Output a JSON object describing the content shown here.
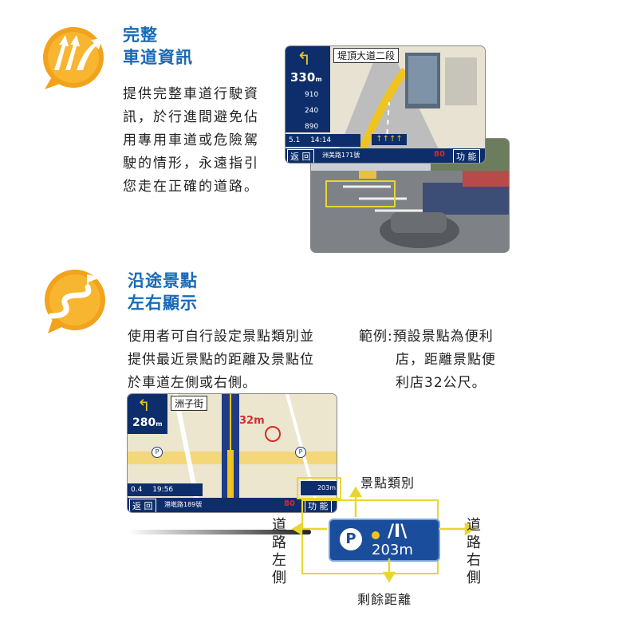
{
  "section1": {
    "title_line1": "完整",
    "title_line2": "車道資訊",
    "body": [
      "提供完整車道行駛資",
      "訊，於行進間避免佔",
      "用專用車道或危險駕",
      "駛的情形，永遠指引",
      "您走在正確的道路。"
    ],
    "nav": {
      "street": "堤頂大道二段",
      "distance_main": "330",
      "distance_unit": "m",
      "step2": "910",
      "step3": "240",
      "step4": "890",
      "trip_dist": "5.1",
      "time": "14:14",
      "back_label": "返 回",
      "func_label": "功 能",
      "road": "洲美路171號",
      "speed": "80"
    }
  },
  "section2": {
    "title_line1": "沿途景點",
    "title_line2": "左右顯示",
    "body": [
      "使用者可自行設定景點類別並",
      "提供最近景點的距離及景點位",
      "於車道左側或右側。"
    ],
    "example": [
      "範例:預設景點為便利",
      "店，距離景點便",
      "利店32公尺。"
    ],
    "nav": {
      "street": "洲子街",
      "distance_main": "280",
      "distance_unit": "m",
      "poi_dist": "32m",
      "trip_dist": "0.4",
      "time": "19:56",
      "back_label": "返 回",
      "func_label": "功 能",
      "road": "港墘路189號",
      "speed": "80",
      "small_dist": "203m"
    },
    "callout": {
      "distance": "203m",
      "poi_category": "景點類別",
      "remaining_distance": "剩餘距離",
      "left_side": [
        "道",
        "路",
        "左",
        "側"
      ],
      "right_side": [
        "道",
        "路",
        "右",
        "側"
      ]
    }
  },
  "colors": {
    "title": "#1769b8",
    "badge_orange": "#f2a31b",
    "nav_blue": "#0d2e6b",
    "highlight_yellow": "#e8d630",
    "poi_red": "#d52b2b"
  }
}
